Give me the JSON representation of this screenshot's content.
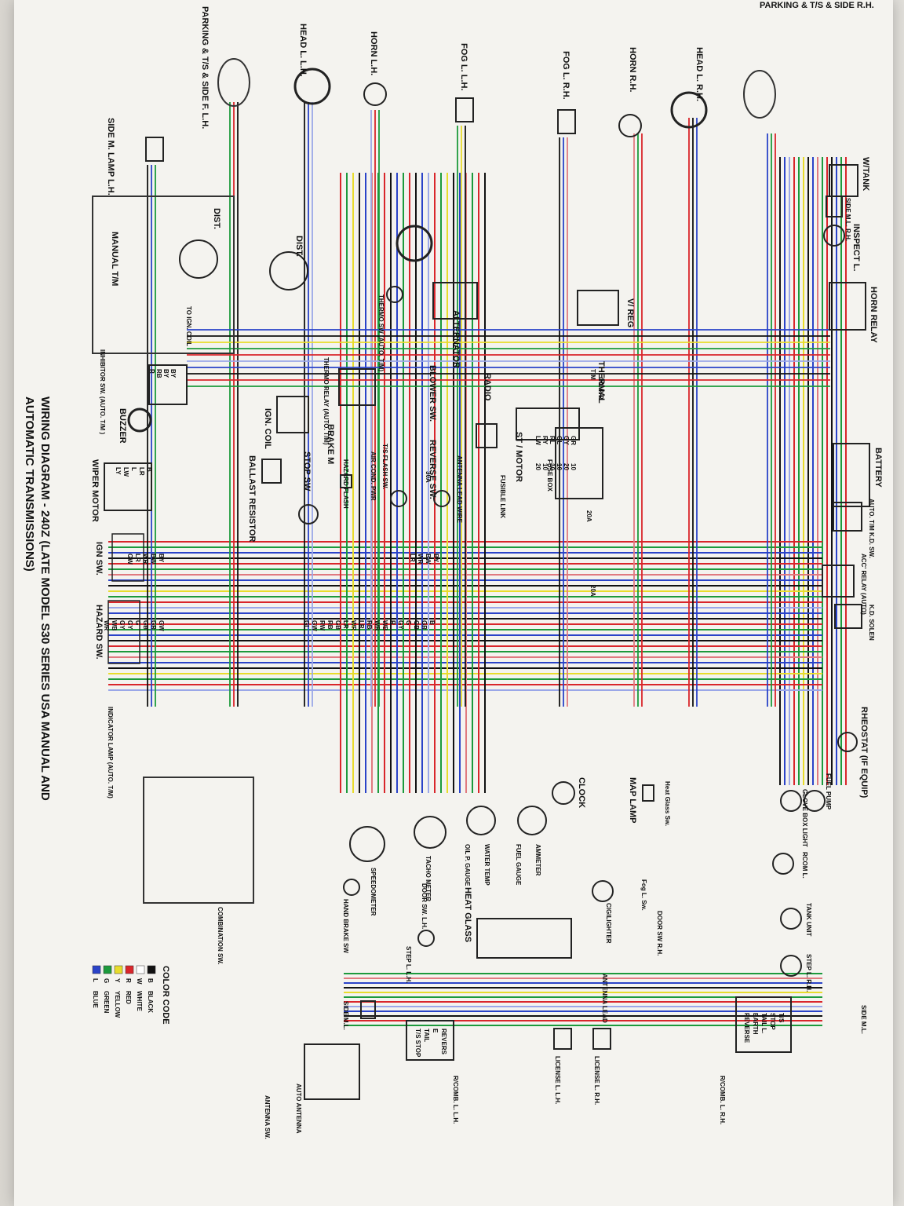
{
  "title_line1": "WIRING DIAGRAM - 240Z (LATE MODEL S30 SERIES USA MANUAL AND",
  "title_line2": "AUTOMATIC TRANSMISSIONS)",
  "color_code": {
    "heading": "COLOR CODE",
    "entries": [
      {
        "code": "B",
        "name": "BLACK",
        "hex": "#111111"
      },
      {
        "code": "W",
        "name": "WHITE",
        "hex": "#ffffff"
      },
      {
        "code": "R",
        "name": "RED",
        "hex": "#d9262b"
      },
      {
        "code": "Y",
        "name": "YELLOW",
        "hex": "#e8dc2c"
      },
      {
        "code": "G",
        "name": "GREEN",
        "hex": "#1c9a3c"
      },
      {
        "code": "L",
        "name": "BLUE",
        "hex": "#2a43c8"
      }
    ]
  },
  "front": {
    "parking_rh": "PARKING & T/S & SIDE R.H.",
    "head_rh": "HEAD L. R.H.",
    "horn_rh": "HORN R.H.",
    "fog_rh": "FOG L. R.H.",
    "fog_lh": "FOG L. L.H.",
    "horn_lh": "HORN L.H.",
    "head_lh": "HEAD L. L.H.",
    "parking_lh": "PARKING & T/S & SIDE F. L.H.",
    "side_lamp_lh": "SIDE M. LAMP L.H."
  },
  "engine": {
    "wtank": "W/TANK",
    "side_ml_rh": "SIDE M.L. R.H.",
    "inspect": "INSPECT L.",
    "horn_relay": "HORN RELAY",
    "vreg": "V/ REG",
    "dist_auto": "DIST.",
    "dist_manual": "DIST.",
    "manual_tm": "MANUAL T/M",
    "to_ign_coil": "TO IGN. COIL",
    "alternator": "ALTERNATOR",
    "thermo_sw": "THERMO SW (AUTO. T/M)",
    "thermo_relay": "THERMO RELAY (AUTO. T/M)",
    "ign_coil": "IGN. COIL",
    "ballast": "BALLAST RESISTOR",
    "blower_sw": "BLOWER SW.",
    "radio": "RADIO",
    "thermal": "THERMAL",
    "tm": "T/M",
    "oil_pr": "OIL P/R",
    "inhibitor": "INHIBITOR SW. (AUTO. T/M )",
    "buzzer": "BUZZER",
    "wiper_motor": "WIPER MOTOR",
    "ign_sw": "IGN SW.",
    "hazard_sw": "HAZARD SW.",
    "brake_m": "BRAKE M",
    "stop_sw": "STOP SW",
    "hazard_flash": "HAZARD FLASH",
    "air_cond": "AIR COND. PWR",
    "ts_flash": "T/S FLASH SW.",
    "reverse_sw": "REVERSE SW.",
    "antenna_lead_wire": "ANTENNA LEAD WIRE",
    "fusible_link": "FUSIBLE LINK",
    "st_motor": "ST / MOTOR",
    "fuse_box": "FUSE BOX",
    "fuse_30a": "30A",
    "fuse_20a_top": "20A",
    "fuse_20a_mid": "20A",
    "battery": "BATTERY",
    "auto_tm_kd": "AUTO. T/M K.D. SW.",
    "acc_relay": "ACC' RELAY (AUTO)",
    "kd_solen": "K.D. SOLEN",
    "indicator_lamp": "INDICATOR LAMP (AUTO. T/M)"
  },
  "dash": {
    "rheostat": "RHEOSTAT (IF EQUIP)",
    "fuel_pump": "FUEL PUMP",
    "glove_box": "GLOVE BOX LIGHT",
    "heat_glass_sw": "Heat Glass Sw.",
    "map_lamp": "MAP LAMP",
    "clock": "CLOCK",
    "ammeter": "AMMETER",
    "fuel_gauge": "FUEL GAUGE",
    "water_temp": "WATER TEMP",
    "oil_gauge": "OIL P. GAUGE",
    "tacho": "TACHO METER",
    "speedo": "SPEEDOMETER",
    "hand_brake": "HAND BRAKE SW",
    "combination_sw": "COMBINATION SW.",
    "rcom": "RCOM L.",
    "tank_unit": "TANK UNIT",
    "step_rh": "STEP L. R.H.",
    "side_ml": "SIDE M.L.",
    "door_sw_rh": "DOOR SW R.H.",
    "fog_sw": "Fog L. Sw.",
    "cigilighter": "CIGILIGHTER",
    "heat_glass": "HEAT GLASS",
    "door_sw_lh": "DOOR SW. L.H.",
    "step_lh": "STEP L. L.H.",
    "side_ml_lh": "SIDE M.L.",
    "antenna_lead": "ANTENNA LEAD",
    "rcomb_rh": "R/COMB. L. R.H.",
    "rcomb_lh": "R/COMB. L. L.H.",
    "license_lh": "LICENSE L. L.H.",
    "license_rh": "LICENSE L. R.H.",
    "auto_antenna": "AUTO ANTENNA",
    "antenna_sw": "ANTENNA SW.",
    "rcomb_tags": [
      "T/S",
      "STOP",
      "TAIL L.",
      "EARTH",
      "REVERSE"
    ],
    "rcomb_lh_tags": [
      "REVERS",
      "E",
      "TAIL",
      "T/S STOP"
    ]
  },
  "wire_codes_main": [
    "BY",
    "BW",
    "WR",
    "LR"
  ],
  "wire_codes_lower": [
    "B",
    "GR",
    "GB",
    "G",
    "GY",
    "R",
    "WB",
    "WR",
    "RB",
    "LR",
    "WR",
    "LR",
    "GB",
    "RB",
    "RW",
    "GW",
    "GL"
  ],
  "wire_codes_ign": [
    "BY",
    "BW",
    "WR",
    "LR",
    "GW"
  ],
  "wire_codes_hazard": [
    "GW",
    "GR",
    "GB",
    "G",
    "GY",
    "GY",
    "WB",
    "WR"
  ],
  "wire_codes_inhibitor": [
    "BY",
    "BY",
    "RB",
    "R"
  ],
  "wire_codes_wiper": [
    "B",
    "LR",
    "L",
    "LW",
    "LY"
  ],
  "wire_codes_fuse": [
    "GR",
    "GY",
    "GL",
    "RL",
    "RY",
    "LW"
  ],
  "fuse_ratings": [
    "10",
    "20",
    "10",
    "10",
    "10",
    "20"
  ]
}
